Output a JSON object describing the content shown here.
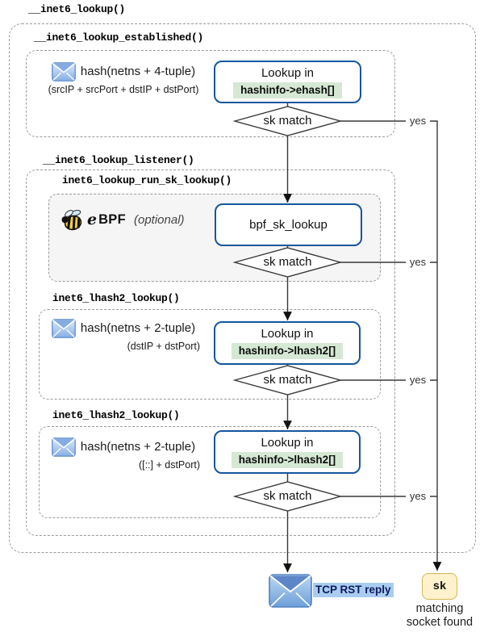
{
  "diagram": {
    "title": "__inet6_lookup()",
    "established": {
      "label": "__inet6_lookup_established()",
      "hash_title": "hash(netns + 4-tuple)",
      "hash_detail": "(srcIP + srcPort + dstIP + dstPort)",
      "lookup_prefix": "Lookup in",
      "lookup_code": "hashinfo->ehash[]",
      "decision": "sk match",
      "edge_label": "yes"
    },
    "listener": {
      "label": "__inet6_lookup_listener()",
      "bpf": {
        "label": "inet6_lookup_run_sk_lookup()",
        "logo_e": "e",
        "logo_bpf": "BPF",
        "optional": "(optional)",
        "box_label": "bpf_sk_lookup",
        "decision": "sk match",
        "edge_label": "yes"
      },
      "lhash2_specific": {
        "label": "inet6_lhash2_lookup()",
        "hash_title": "hash(netns + 2-tuple)",
        "hash_detail": "(dstIP + dstPort)",
        "lookup_prefix": "Lookup in",
        "lookup_code": "hashinfo->lhash2[]",
        "decision": "sk match",
        "edge_label": "yes"
      },
      "lhash2_any": {
        "label": "inet6_lhash2_lookup()",
        "hash_title": "hash(netns + 2-tuple)",
        "hash_detail": "([::] + dstPort)",
        "lookup_prefix": "Lookup in",
        "lookup_code": "hashinfo->lhash2[]",
        "decision": "sk match",
        "edge_label": "yes"
      }
    },
    "outcomes": {
      "no_match": {
        "label": "TCP RST reply"
      },
      "match": {
        "label": "sk",
        "caption_line1": "matching",
        "caption_line2": "socket found"
      }
    },
    "icons": {
      "envelope": "envelope-icon",
      "bee": "ebpf-bee-icon",
      "arrow": "flow-arrow"
    },
    "colors": {
      "node_border_blue": "#15569e",
      "code_highlight_green": "#d5e8d4",
      "bpf_box_fill": "#f5f5f5",
      "sk_fill": "#fff2cc",
      "sk_border": "#d6b656",
      "rst_highlight": "#a9cdf0",
      "rst_text": "#101a60",
      "dashed_border": "#9a9a9a",
      "wire": "#383838"
    }
  }
}
